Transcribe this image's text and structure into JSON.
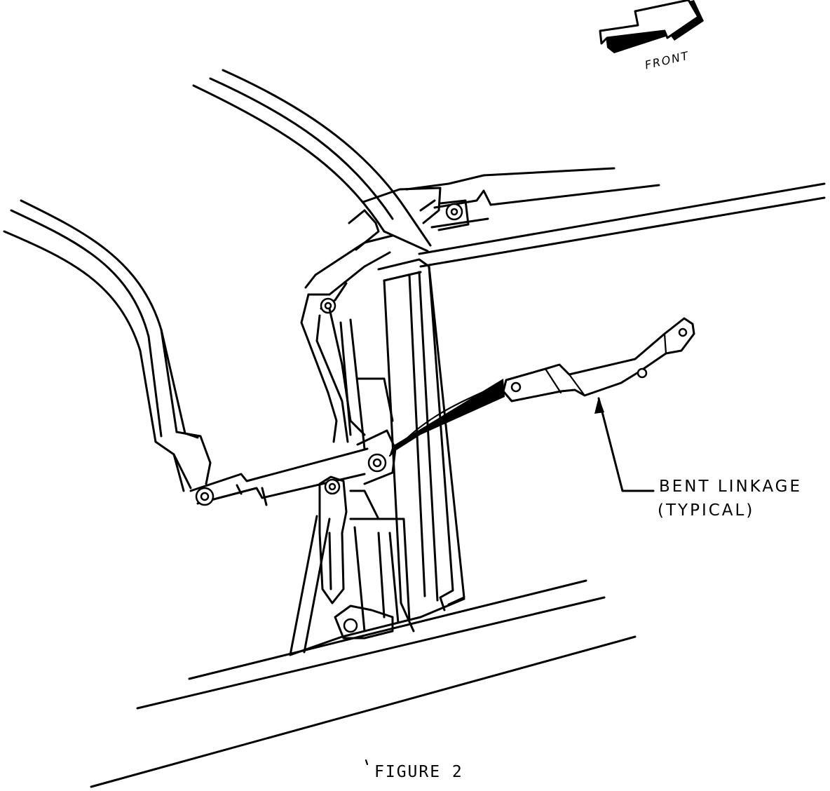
{
  "orientation": {
    "arrow_icon": "front-direction-arrow-icon",
    "label": "FRONT"
  },
  "callout": {
    "line1": "BENT LINKAGE",
    "line2": "(TYPICAL)"
  },
  "caption": "FIGURE 2",
  "colors": {
    "ink": "#000000",
    "paper": "#ffffff"
  }
}
